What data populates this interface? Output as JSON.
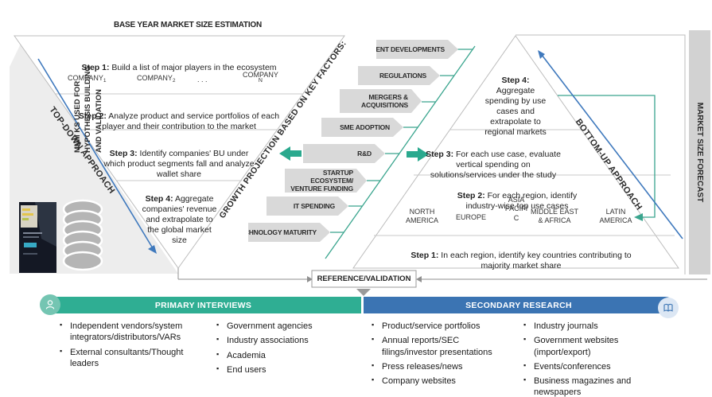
{
  "title": "BASE YEAR MARKET SIZE ESTIMATION",
  "left_sidebar": {
    "label": "MNM KS USED FOR\nHYPOTHESIS BUILDING\nAND VALIDATION"
  },
  "right_sidebar": {
    "label": "MARKET SIZE FORECAST"
  },
  "top_down": {
    "approach_label": "TOP-DOWN APPROACH",
    "step1_prefix": "Step 1:",
    "step1_text": " Build a list of major players in the ecosystem",
    "companies": {
      "c1": "COMPANY",
      "c1_sub": "1",
      "c2": "COMPANY",
      "c2_sub": "2",
      "dots": ". . .",
      "cn": "COMPANY",
      "cn_sub": "N"
    },
    "step2_prefix": "Step 2:",
    "step2_text": " Analyze product and service portfolios of each\nplayer and their contribution to the market",
    "step3_prefix": "Step 3:",
    "step3_text": " Identify companies' BU under\nwhich product segments fall and analyze\nwallet share",
    "step4_prefix": "Step 4:",
    "step4_text": " Aggregate\ncompanies' revenue\nand extrapolate to\nthe global market\nsize"
  },
  "growth_factors": {
    "label": "GROWTH PROJECTION BASED ON KEY FACTORS:",
    "items": [
      "RECENT DEVELOPMENTS",
      "REGULATIONS",
      "MERGERS &\nACQUISITIONS",
      "SME ADOPTION",
      "R&D",
      "STARTUP ECOSYSTEM/\nVENTURE FUNDING",
      "IT SPENDING",
      "TECHNOLOGY MATURITY"
    ]
  },
  "bottom_up": {
    "approach_label": "BOTTOM-UP APPROACH",
    "step4_prefix": "Step 4:",
    "step4_text": "\nAggregate\nspending by use\ncases and\nextrapolate to\nregional markets",
    "step3_prefix": "Step 3:",
    "step3_text": " For each use case, evaluate\nvertical spending on\nsolutions/services under the study",
    "step2_prefix": "Step 2:",
    "step2_text": " For each region, identify\nindustry-wise top use cases",
    "regions": [
      "NORTH AMERICA",
      "EUROPE",
      "ASIA PACIFIC",
      "MIDDLE EAST & AFRICA",
      "LATIN AMERICA"
    ],
    "step1_prefix": "Step 1:",
    "step1_text": " In each region, identify key countries contributing to\nmajority market share"
  },
  "reference": {
    "label": "REFERENCE/VALIDATION"
  },
  "primary": {
    "title": "PRIMARY INTERVIEWS",
    "col1": [
      "Independent vendors/system integrators/distributors/VARs",
      "External consultants/Thought leaders"
    ],
    "col2": [
      "Government agencies",
      "Industry associations",
      "Academia",
      "End users"
    ]
  },
  "secondary": {
    "title": "SECONDARY RESEARCH",
    "col1": [
      "Product/service portfolios",
      "Annual reports/SEC filings/investor presentations",
      "Press releases/news",
      "Company websites"
    ],
    "col2": [
      "Industry journals",
      "Government websites (import/export)",
      "Events/conferences",
      "Business magazines and newspapers"
    ]
  },
  "colors": {
    "green": "#2fae93",
    "blue": "#3b74b3",
    "teal_line": "#3aa58e",
    "blue_arrow": "#3f79bd",
    "gray_arrow": "#d9d9d9"
  }
}
